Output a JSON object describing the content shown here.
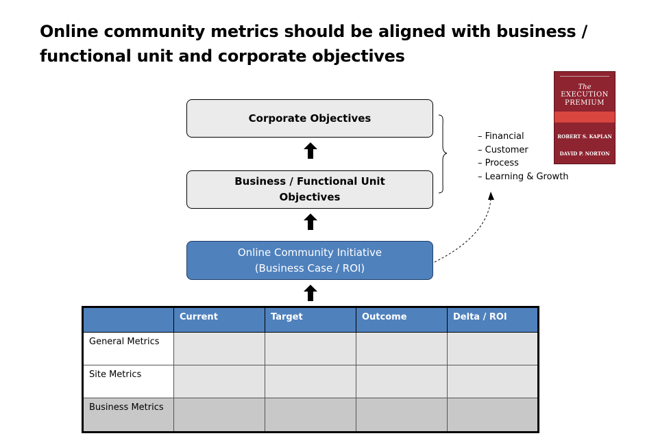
{
  "slide": {
    "title": "Online community metrics should be aligned with business / functional unit and corporate objectives"
  },
  "hierarchy": {
    "corporate": [
      "Corporate Objectives"
    ],
    "business_unit": [
      "Business / Functional Unit",
      "Objectives"
    ],
    "initiative": [
      "Online Community Initiative",
      "(Business Case / ROI)"
    ]
  },
  "perspectives": [
    "– Financial",
    "– Customer",
    "– Process",
    "– Learning & Growth"
  ],
  "book": {
    "the": "The",
    "title_line1": "EXECUTION",
    "title_line2": "PREMIUM",
    "author1": "ROBERT S. KAPLAN",
    "author2": "DAVID P. NORTON"
  },
  "table": {
    "headers": [
      "",
      "Current",
      "Target",
      "Outcome",
      "Delta  / ROI"
    ],
    "rows": [
      {
        "label": "General Metrics",
        "cells": [
          "",
          "",
          "",
          ""
        ]
      },
      {
        "label": "Site Metrics",
        "cells": [
          "",
          "",
          "",
          ""
        ]
      },
      {
        "label": "Business Metrics",
        "cells": [
          "",
          "",
          "",
          ""
        ]
      }
    ]
  },
  "colors": {
    "initiative_fill": "#4f81bd",
    "box_fill": "#ebebeb",
    "table_header": "#4f81bd",
    "book_cover": "#8e2430"
  }
}
